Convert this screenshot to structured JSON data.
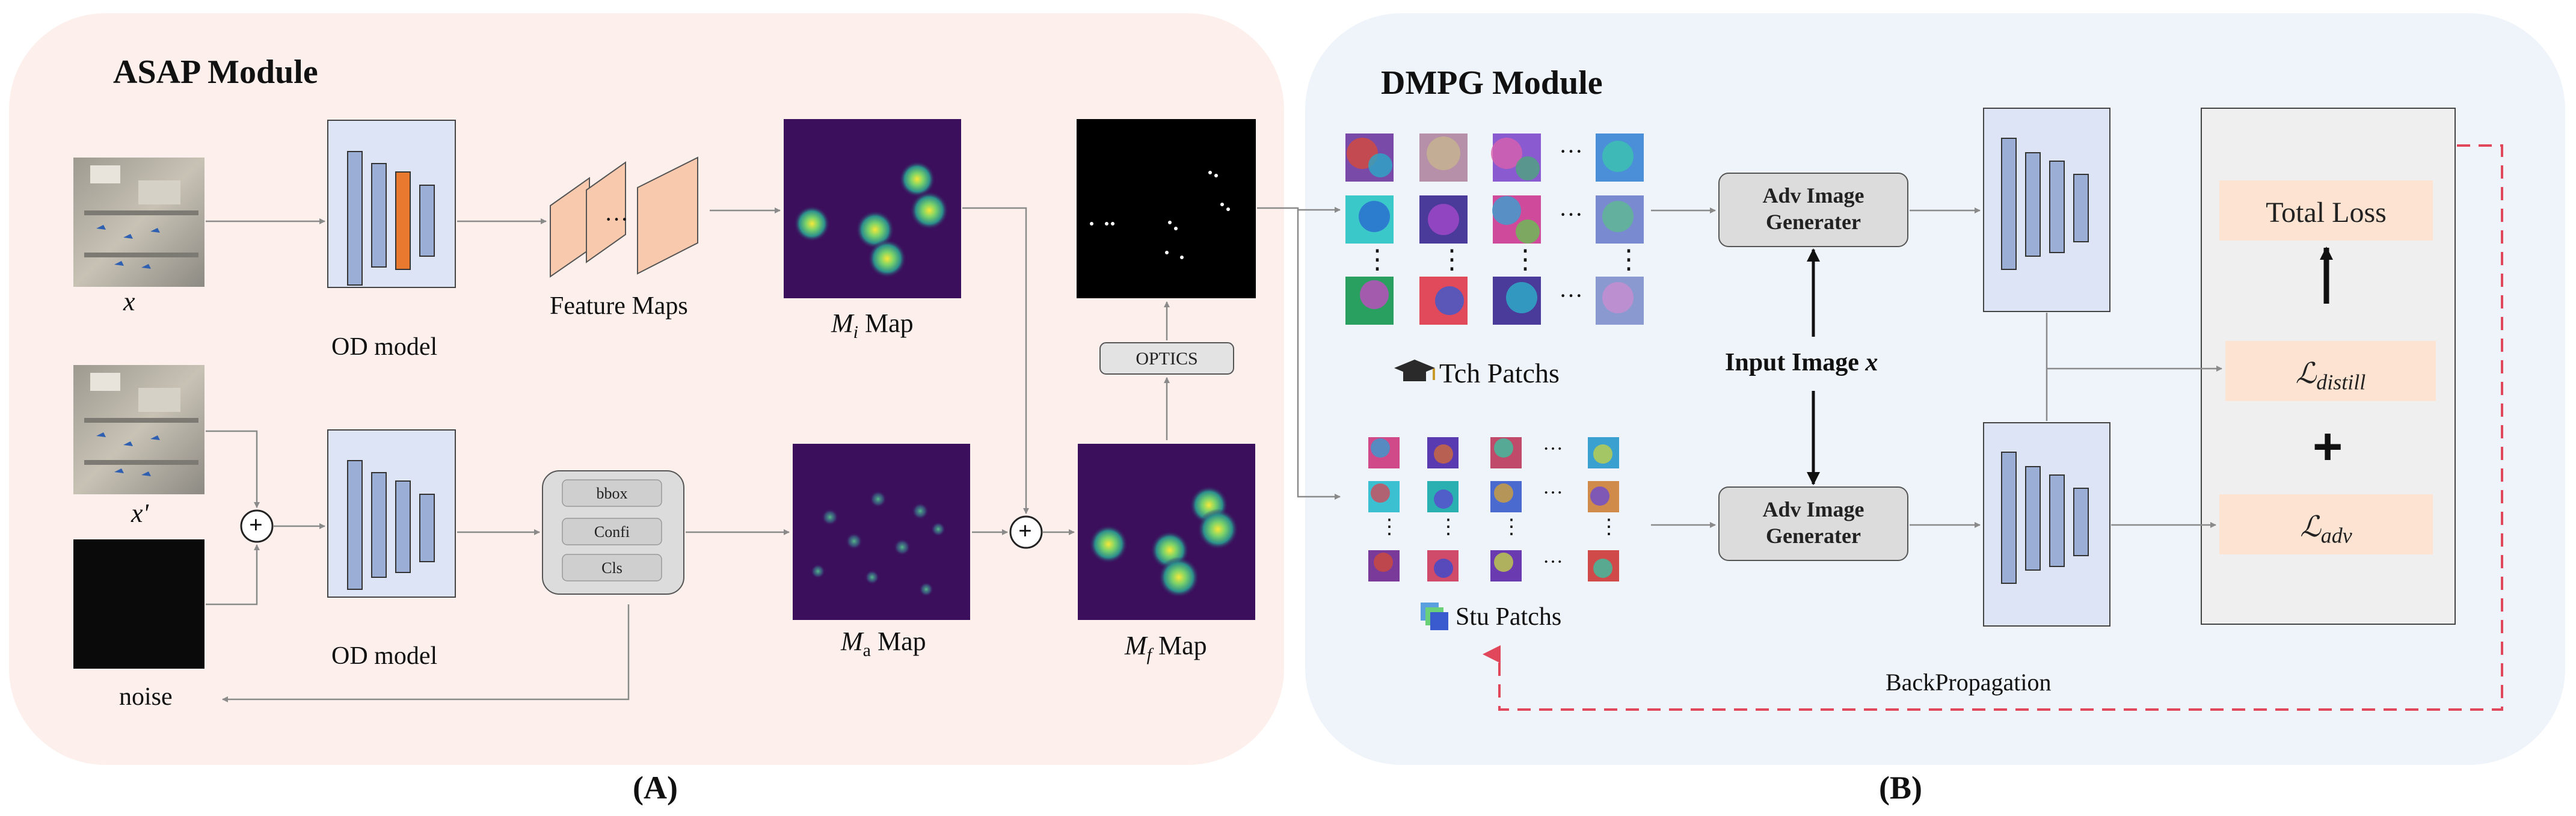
{
  "modules": {
    "asap": {
      "title": "ASAP Module",
      "tag": "(A)"
    },
    "dmpg": {
      "title": "DMPG Module",
      "tag": "(B)"
    }
  },
  "asap": {
    "x_label": "x",
    "x_prime_label": "x'",
    "noise_label": "noise",
    "od_model_top_label": "OD model",
    "od_model_bottom_label": "OD model",
    "feature_maps_label": "Feature Maps",
    "feature_maps_dots": "···",
    "mi_map": {
      "sym": "M",
      "sub": "i",
      "word": "Map"
    },
    "ma_map": {
      "sym": "M",
      "sub": "a",
      "word": "Map"
    },
    "mf_map": {
      "sym": "M",
      "sub": "f",
      "word": "Map"
    },
    "optics_label": "OPTICS",
    "det_output": [
      "bbox",
      "Confi",
      "Cls"
    ],
    "plus_symbol": "+"
  },
  "dmpg": {
    "tch_patches_label": "Tch Patchs",
    "stu_patches_label": "Stu Patchs",
    "adv_gen_top": [
      "Adv Image",
      "Generater"
    ],
    "adv_gen_bottom": [
      "Adv Image",
      "Generater"
    ],
    "input_image_label": "Input Image",
    "input_image_var": "x",
    "total_loss_label": "Total Loss",
    "loss_distill": {
      "sym": "ℒ",
      "sub": "distill"
    },
    "loss_adv": {
      "sym": "ℒ",
      "sub": "adv"
    },
    "loss_plus": "+",
    "backprop_label": "BackPropagation",
    "ellipsis_h": "···",
    "ellipsis_v": "⋮"
  },
  "colors": {
    "asap_bg": "#fdf0ec",
    "dmpg_bg": "#eef4fa",
    "model_box": "#dde4f5",
    "model_bar": "#9aaed6",
    "model_bar_orange": "#e8792f",
    "feature_map": "#f9c9ae",
    "loss_chip": "#fde4d2",
    "backprop_red": "#e0475a",
    "heatmap_bg": "#3b0f5c"
  }
}
